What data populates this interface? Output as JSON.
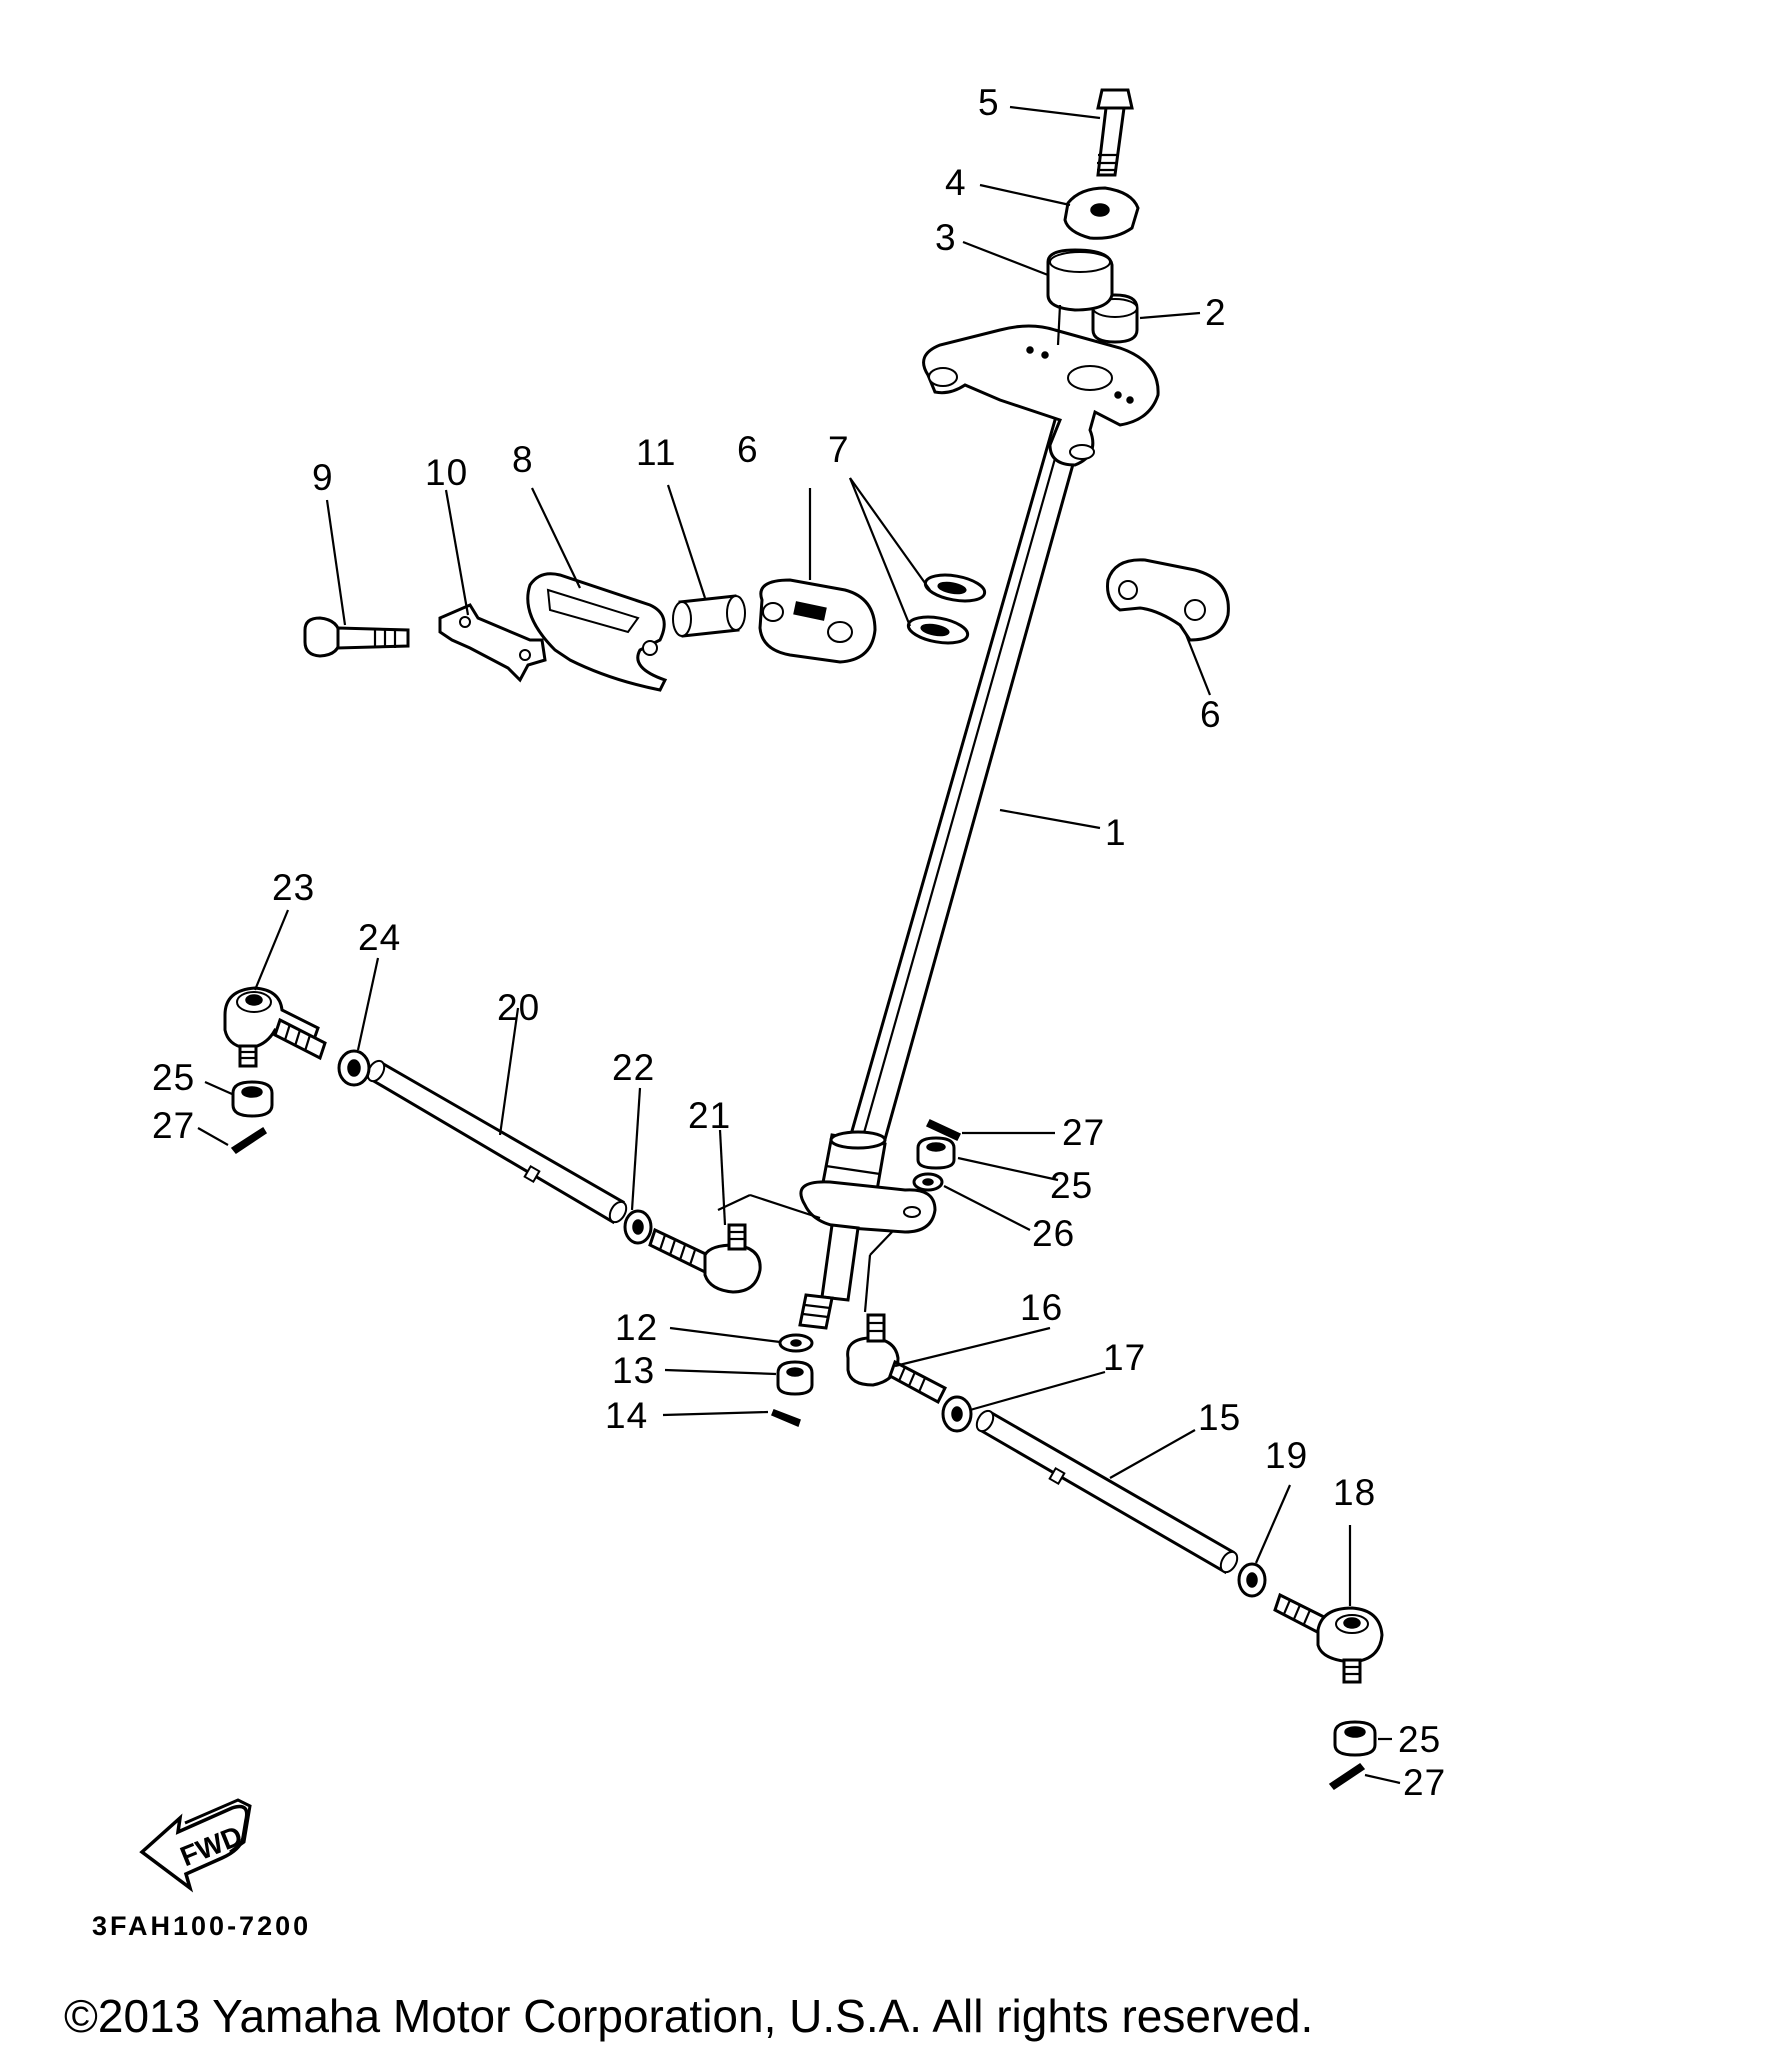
{
  "diagram": {
    "drawing_code": "3FAH100-7200",
    "fwd_label": "FWD",
    "copyright": "©2013 Yamaha Motor Corporation, U.S.A. All rights reserved.",
    "callouts": [
      {
        "id": "c1",
        "label": "1"
      },
      {
        "id": "c2",
        "label": "2"
      },
      {
        "id": "c3",
        "label": "3"
      },
      {
        "id": "c4",
        "label": "4"
      },
      {
        "id": "c5",
        "label": "5"
      },
      {
        "id": "c6a",
        "label": "6"
      },
      {
        "id": "c6b",
        "label": "6"
      },
      {
        "id": "c7",
        "label": "7"
      },
      {
        "id": "c8",
        "label": "8"
      },
      {
        "id": "c9",
        "label": "9"
      },
      {
        "id": "c10",
        "label": "10"
      },
      {
        "id": "c11",
        "label": "11"
      },
      {
        "id": "c12",
        "label": "12"
      },
      {
        "id": "c13",
        "label": "13"
      },
      {
        "id": "c14",
        "label": "14"
      },
      {
        "id": "c15",
        "label": "15"
      },
      {
        "id": "c16",
        "label": "16"
      },
      {
        "id": "c17",
        "label": "17"
      },
      {
        "id": "c18",
        "label": "18"
      },
      {
        "id": "c19",
        "label": "19"
      },
      {
        "id": "c20",
        "label": "20"
      },
      {
        "id": "c21",
        "label": "21"
      },
      {
        "id": "c22",
        "label": "22"
      },
      {
        "id": "c23",
        "label": "23"
      },
      {
        "id": "c24",
        "label": "24"
      },
      {
        "id": "c25a",
        "label": "25"
      },
      {
        "id": "c25b",
        "label": "25"
      },
      {
        "id": "c25c",
        "label": "25"
      },
      {
        "id": "c26",
        "label": "26"
      },
      {
        "id": "c27a",
        "label": "27"
      },
      {
        "id": "c27b",
        "label": "27"
      },
      {
        "id": "c27c",
        "label": "27"
      }
    ]
  }
}
